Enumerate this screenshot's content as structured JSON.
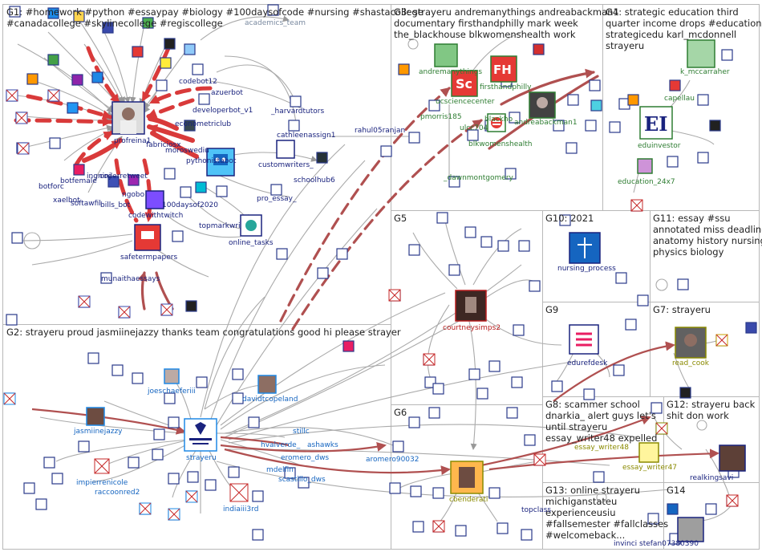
{
  "colors": {
    "border": "#b8b8b8",
    "edge": "#aaaaaa",
    "edge_red": "#d93a3a",
    "edge_maroon": "#a84a4a",
    "label_navy": "#1a237e",
    "label_blue": "#1565c0",
    "label_green": "#2e7d32",
    "label_dark": "#263238",
    "label_red": "#b71c1c",
    "label_olive": "#8a8a00"
  },
  "groups": [
    {
      "id": "G1",
      "label": "G1: #homework #python #essaypay #biology #100daysofcode #nursing #shastacollege",
      "label2": "#canadacollege #skylinecollege #regiscollege"
    },
    {
      "id": "G2",
      "label": "G2: strayeru proud jasmiinejazzy thanks team congratulations good hi please strayer",
      "label2": ""
    },
    {
      "id": "G3",
      "label": "G3: strayeru andremanythings andreabackman1",
      "label2": "documentary firsthandphilly mark week",
      "label3": "the_blackhouse blkwomenshealth work"
    },
    {
      "id": "G4",
      "label": "G4: strategic education third",
      "label2": "quarter income drops #education",
      "label3": "strategicedu karl_mcdonnell",
      "label4": "strayeru"
    },
    {
      "id": "G5",
      "label": "G5"
    },
    {
      "id": "G6",
      "label": "G6"
    },
    {
      "id": "G7",
      "label": "G7: strayeru"
    },
    {
      "id": "G8",
      "label": "G8: scammer school",
      "label2": "dnarkia_ alert guys let's",
      "label3": "until strayeru",
      "label4": "essay_writer48 expelled"
    },
    {
      "id": "G9",
      "label": "G9"
    },
    {
      "id": "G10",
      "label": "G10: 2021"
    },
    {
      "id": "G11",
      "label": "G11: essay #ssu",
      "label2": "annotated miss deadline",
      "label3": "anatomy history nursing",
      "label4": "physics biology"
    },
    {
      "id": "G12",
      "label": "G12: strayeru back",
      "label2": "shit don work"
    },
    {
      "id": "G13",
      "label": "G13: online strayeru",
      "label2": "michiganstateu",
      "label3": "experienceusiu",
      "label4": "#fallsemester #fallclasses",
      "label5": "#welcomeback..."
    },
    {
      "id": "G14",
      "label": "G14"
    }
  ],
  "nodes": [
    {
      "name": "profreina1",
      "label": "profreina1",
      "color": "navy"
    },
    {
      "name": "codebot12",
      "label": "codebot12",
      "color": "navy"
    },
    {
      "name": "azuerbot",
      "label": "azuerbot",
      "color": "navy"
    },
    {
      "name": "developerbot_v1",
      "label": "developerbot_v1",
      "color": "navy"
    },
    {
      "name": "harvardtutors",
      "label": "_harvardtutors",
      "color": "navy"
    },
    {
      "name": "academics_team",
      "label": "academics_team",
      "color": "gray"
    },
    {
      "name": "cathleenassign1",
      "label": "cathleenassign1",
      "color": "navy"
    },
    {
      "name": "econometriclub",
      "label": "econometriclub",
      "color": "navy"
    },
    {
      "name": "fabriciosx",
      "label": "fabriciosx",
      "color": "navy"
    },
    {
      "name": "moroswediu",
      "label": "moroswediu",
      "color": "navy"
    },
    {
      "name": "pythonistabot",
      "label": "pythonistabot",
      "color": "navy"
    },
    {
      "name": "customwriters",
      "label": "customwriters_",
      "color": "navy"
    },
    {
      "name": "schoolhub6",
      "label": "schoolhub6",
      "color": "navy"
    },
    {
      "name": "pro_essay",
      "label": "pro_essay_",
      "color": "navy"
    },
    {
      "name": "rahul05ranjan",
      "label": "rahul05ranjan",
      "color": "navy"
    },
    {
      "name": "botfemale",
      "label": "botfemale",
      "color": "navy"
    },
    {
      "name": "ingninj",
      "label": "ingninj",
      "color": "navy"
    },
    {
      "name": "coderretweet",
      "label": "coderretweet",
      "color": "navy"
    },
    {
      "name": "botforc",
      "label": "botforc",
      "color": "navy"
    },
    {
      "name": "xaelbot",
      "label": "xaelbot",
      "color": "navy"
    },
    {
      "name": "softawfil",
      "label": "softawfil",
      "color": "navy"
    },
    {
      "name": "bills_bot",
      "label": "bills_bot",
      "color": "navy"
    },
    {
      "name": "ngobo",
      "label": "ngobo",
      "color": "navy"
    },
    {
      "name": "100daysof2020",
      "label": "100daysof2020",
      "color": "navy"
    },
    {
      "name": "codewithtwitch",
      "label": "codewithtwitch",
      "color": "navy"
    },
    {
      "name": "topmarkwri",
      "label": "topmarkwri",
      "color": "navy"
    },
    {
      "name": "online_tasks",
      "label": "online_tasks",
      "color": "navy"
    },
    {
      "name": "safetermpapers",
      "label": "safetermpapers",
      "color": "navy"
    },
    {
      "name": "munaithaessays",
      "label": "munaithaessays",
      "color": "navy"
    },
    {
      "name": "andremanythings",
      "label": "andremanythings",
      "color": "green"
    },
    {
      "name": "firsthandphilly",
      "label": "firsthandphilly",
      "color": "green"
    },
    {
      "name": "ucsciencecenter",
      "label": "ucsciencecenter",
      "color": "green"
    },
    {
      "name": "pmorris185",
      "label": "pmorris185",
      "color": "green"
    },
    {
      "name": "ulcc704",
      "label": "ulcc704",
      "color": "green"
    },
    {
      "name": "blackho",
      "label": "blackho",
      "color": "green"
    },
    {
      "name": "andreabackman1",
      "label": "andreabackman1",
      "color": "green"
    },
    {
      "name": "blkwomenshealth",
      "label": "blkwomenshealth",
      "color": "green"
    },
    {
      "name": "dawnmontgomery",
      "label": "_dawnmontgomery",
      "color": "green"
    },
    {
      "name": "k_mccarraher",
      "label": "k_mccarraher",
      "color": "green"
    },
    {
      "name": "capellau",
      "label": "capellau",
      "color": "green"
    },
    {
      "name": "eduinvestor",
      "label": "eduinvestor",
      "color": "green"
    },
    {
      "name": "education_24x7",
      "label": "education_24x7",
      "color": "green"
    },
    {
      "name": "joeschaeferiii",
      "label": "joeschaeferiii",
      "color": "blue"
    },
    {
      "name": "davidtcopeland",
      "label": "davidtcopeland",
      "color": "blue"
    },
    {
      "name": "jasmiinejazzy",
      "label": "jasmiinejazzy",
      "color": "blue"
    },
    {
      "name": "strayeru",
      "label": "strayeru",
      "color": "blue"
    },
    {
      "name": "stillc",
      "label": "stillc",
      "color": "blue"
    },
    {
      "name": "hvalverde_",
      "label": "hvalverde_",
      "color": "blue"
    },
    {
      "name": "ashawks",
      "label": "ashawks",
      "color": "blue"
    },
    {
      "name": "eromero_dws",
      "label": "eromero_dws",
      "color": "blue"
    },
    {
      "name": "mdelfin",
      "label": "mdelfin",
      "color": "blue"
    },
    {
      "name": "scastillo_dws",
      "label": "scastillo_dws",
      "color": "blue"
    },
    {
      "name": "aromero90032",
      "label": "aromero90032",
      "color": "blue"
    },
    {
      "name": "impierrenicole",
      "label": "impierrenicole",
      "color": "blue"
    },
    {
      "name": "raccoonred2",
      "label": "raccoonred2",
      "color": "blue"
    },
    {
      "name": "indiaiii3rd",
      "label": "indiaiii3rd",
      "color": "blue"
    },
    {
      "name": "courtneysimps2",
      "label": "courtneysimps2",
      "color": "red"
    },
    {
      "name": "nursing_process",
      "label": "nursing_process",
      "color": "navy"
    },
    {
      "name": "edurefdesk",
      "label": "edurefdesk",
      "color": "navy"
    },
    {
      "name": "read_cook",
      "label": "read_cook",
      "color": "olive"
    },
    {
      "name": "essay_writer48",
      "label": "essay_writer48",
      "color": "olive"
    },
    {
      "name": "essay_writer47",
      "label": "essay_writer47",
      "color": "olive"
    },
    {
      "name": "realkingsavi",
      "label": "realkingsavi",
      "color": "navy"
    },
    {
      "name": "cbenderati",
      "label": "cbenderati",
      "color": "olive"
    },
    {
      "name": "topclass",
      "label": "topclass",
      "color": "navy"
    },
    {
      "name": "invinci",
      "label": "invinci",
      "color": "navy"
    },
    {
      "name": "stefan07380390",
      "label": "stefan07380390",
      "color": "navy"
    }
  ]
}
